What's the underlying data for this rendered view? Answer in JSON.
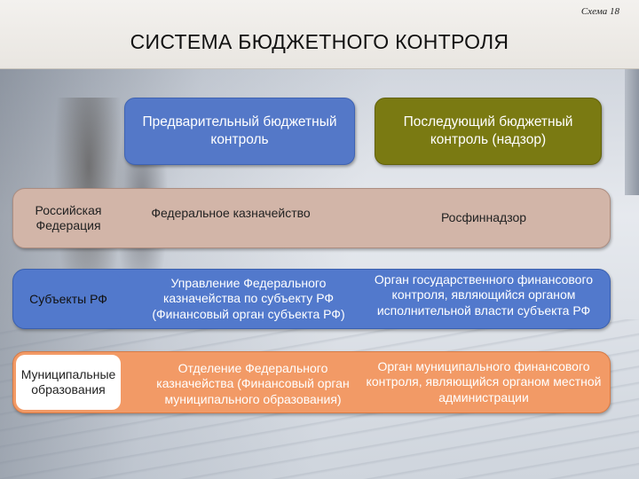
{
  "scheme_number": "Схема 18",
  "title": "СИСТЕМА БЮДЖЕТНОГО КОНТРОЛЯ",
  "columns": {
    "preliminary": "Предварительный бюджетный контроль",
    "subsequent": "Последующий бюджетный контроль (надзор)"
  },
  "rows": [
    {
      "level": "Российская Федерация",
      "preliminary": "Федеральное казначейство",
      "subsequent": "Росфиннадзор"
    },
    {
      "level": "Субъекты РФ",
      "preliminary": "Управление Федерального казначейства по субъекту РФ (Финансовый орган субъекта РФ)",
      "subsequent": "Орган государственного финансового контроля, являющийся органом исполнительной власти субъекта РФ"
    },
    {
      "level": "Муниципальные образования",
      "preliminary": "Отделение Федерального казначейства (Финансовый орган муниципального образования)",
      "subsequent": "Орган муниципального финансового контроля, являющийся органом местной администрации"
    }
  ],
  "colors": {
    "preliminary_header": "#5478c8",
    "subsequent_header": "#7a7a12",
    "federal_band": "#d2b5a8",
    "subject_band": "#5279cc",
    "municipal_band": "#f29a66"
  }
}
